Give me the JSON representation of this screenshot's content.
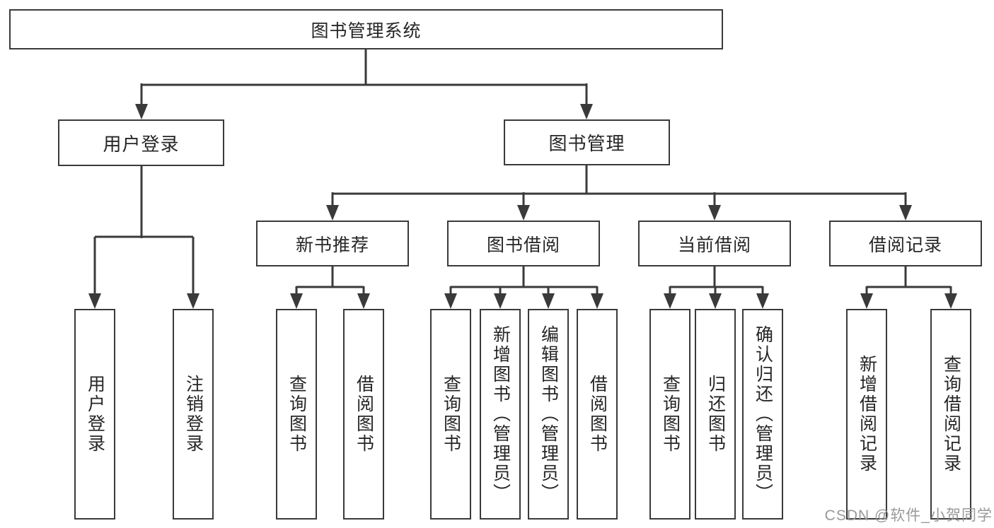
{
  "diagram": {
    "root": {
      "label": "图书管理系统"
    },
    "level2": [
      {
        "label": "用户登录"
      },
      {
        "label": "图书管理"
      }
    ],
    "level3": [
      {
        "label": "新书推荐"
      },
      {
        "label": "图书借阅"
      },
      {
        "label": "当前借阅"
      },
      {
        "label": "借阅记录"
      }
    ],
    "leaves": {
      "login": [
        "用户登录",
        "注销登录"
      ],
      "newbook": [
        "查询图书",
        "借阅图书"
      ],
      "borrow": [
        "查询图书",
        "新增图书（管理员）",
        "编辑图书（管理员）",
        "借阅图书"
      ],
      "current": [
        "查询图书",
        "归还图书",
        "确认归还（管理员）"
      ],
      "records": [
        "新增借阅记录",
        "查询借阅记录"
      ]
    }
  },
  "watermark": {
    "text": "CSDN @软件_小贺同学"
  },
  "colors": {
    "line": "#3a3a3a",
    "box_border": "#3a3a3a",
    "text": "#262626",
    "watermark": "#999999",
    "background": "#ffffff"
  }
}
